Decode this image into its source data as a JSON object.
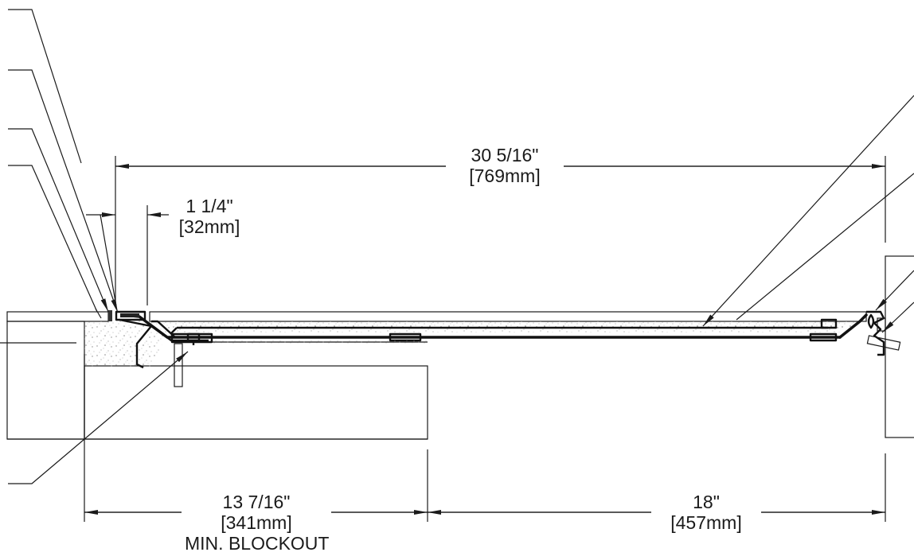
{
  "dimensions": {
    "overall": {
      "imperial": "30 5/16\"",
      "metric": "[769mm]"
    },
    "frame": {
      "imperial": "1 1/4\"",
      "metric": "[32mm]"
    },
    "blockout": {
      "imperial": "13 7/16\"",
      "metric": "[341mm]",
      "note": "MIN. BLOCKOUT"
    },
    "span": {
      "imperial": "18\"",
      "metric": "[457mm]"
    }
  },
  "colors": {
    "line": "#1a1a1a",
    "hatch": "#555555",
    "concrete": "#9a9a9a",
    "background": "#ffffff"
  }
}
